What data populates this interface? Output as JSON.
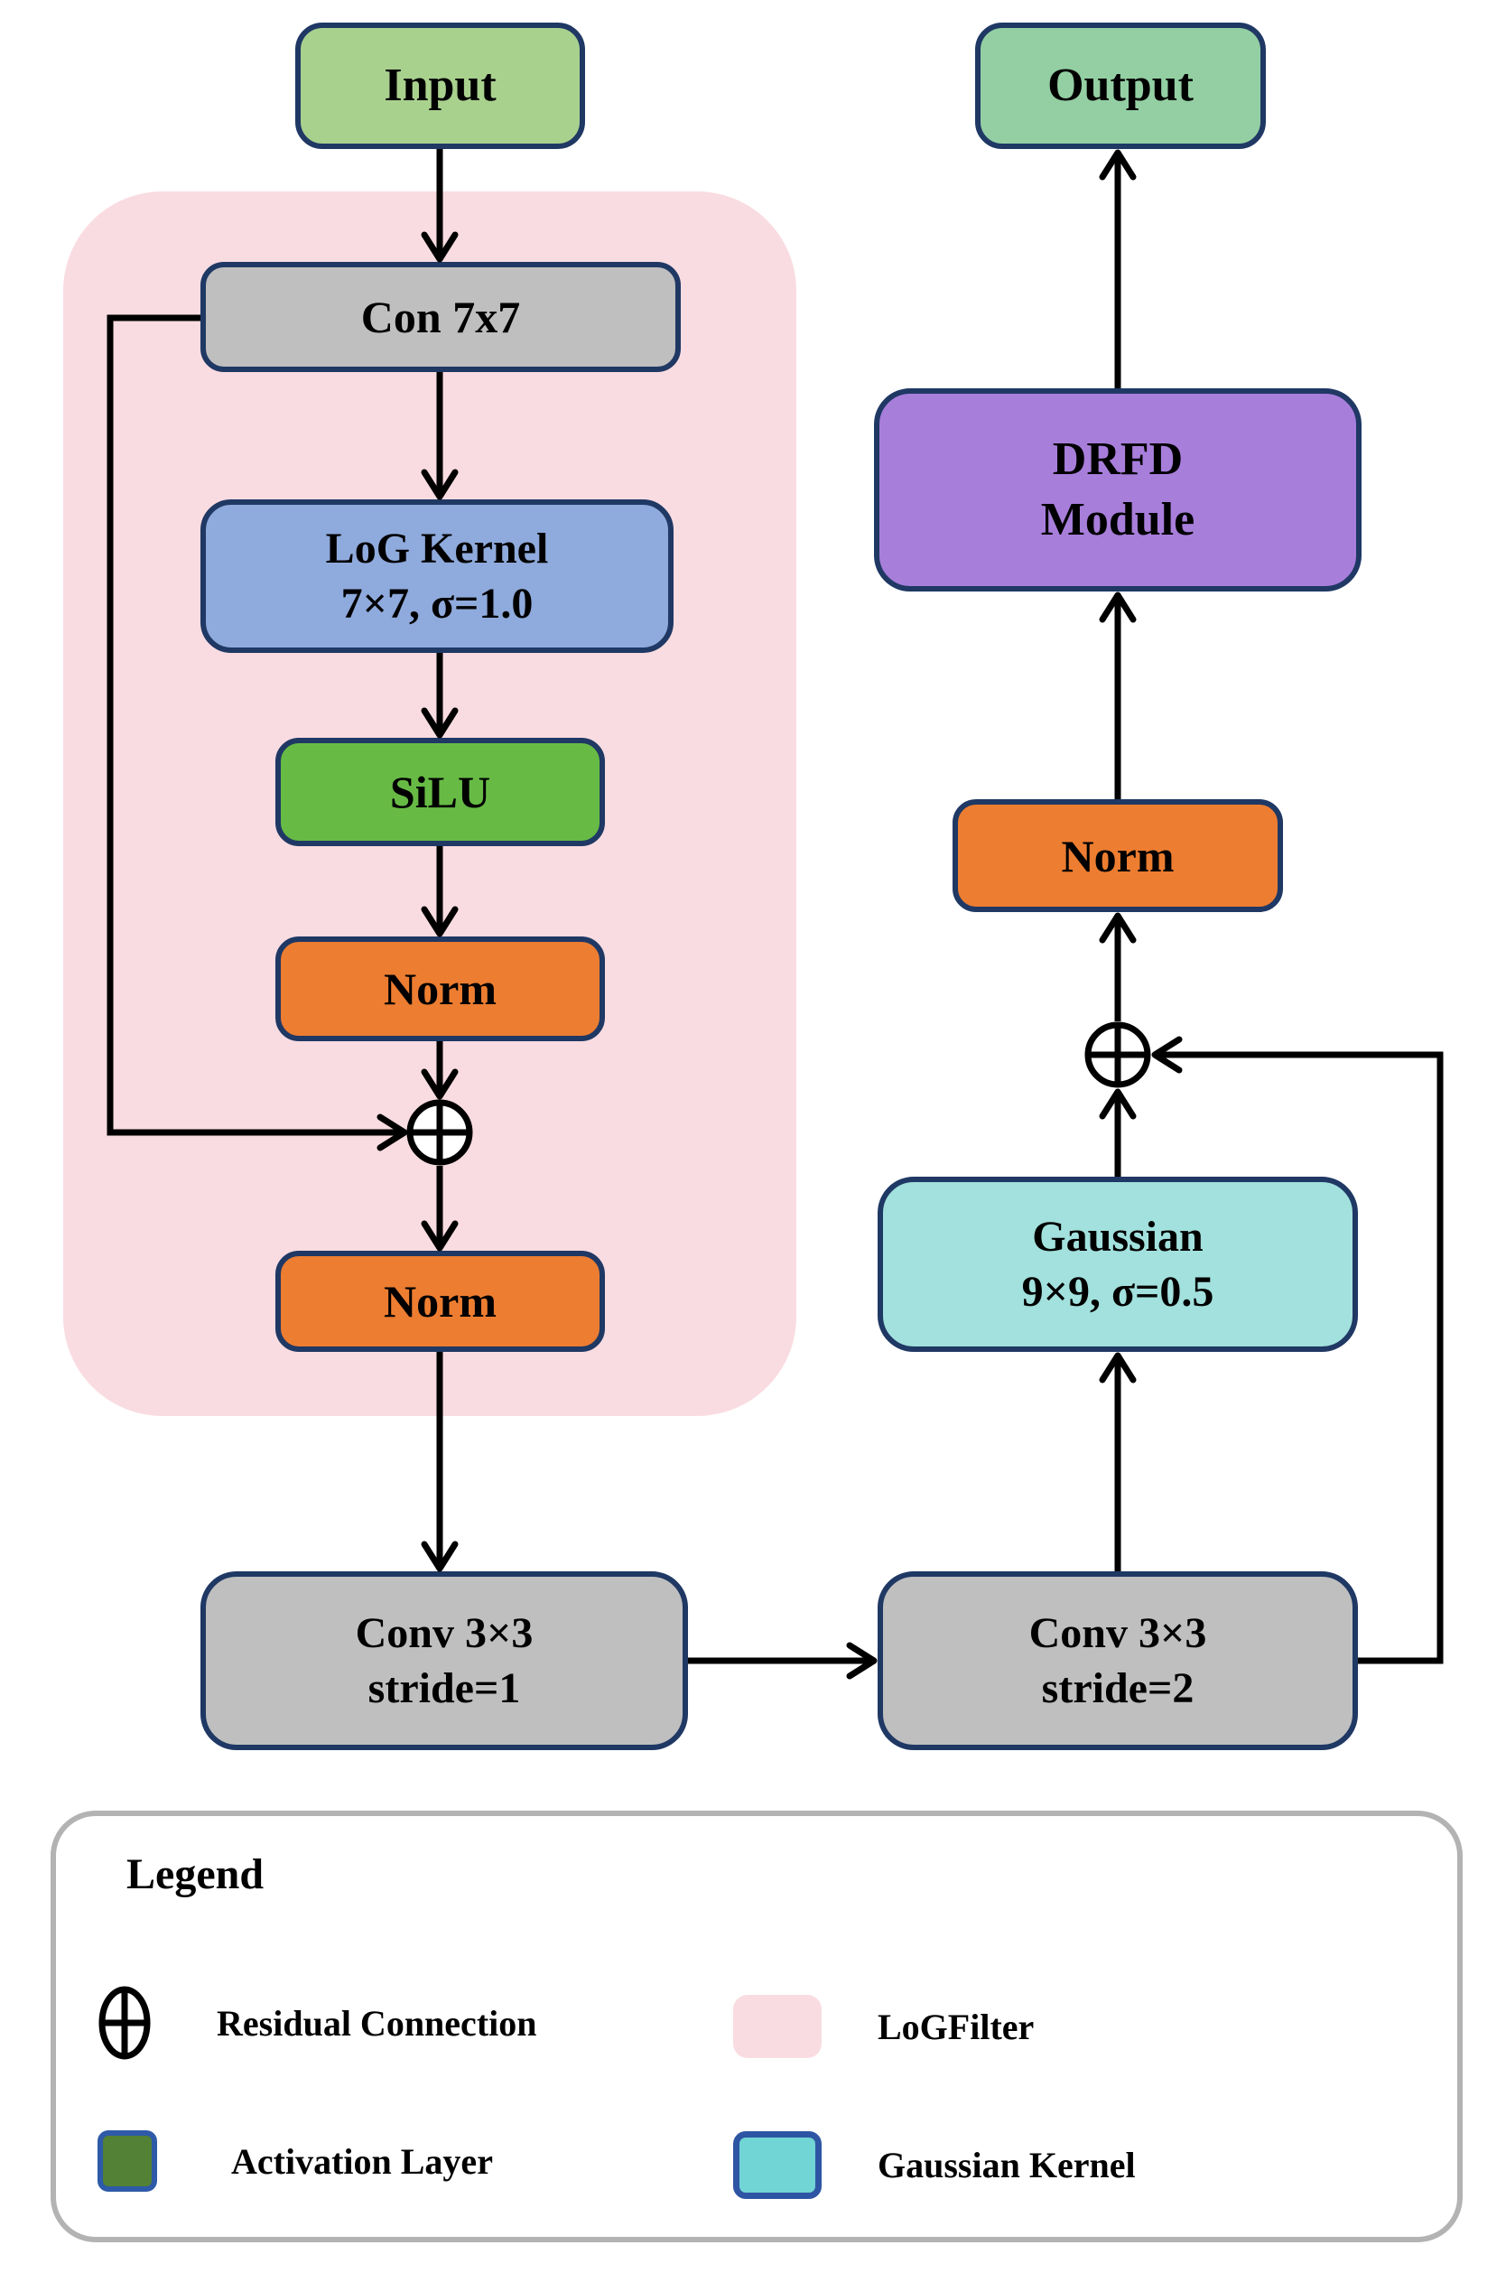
{
  "diagram": {
    "nodes": {
      "input": {
        "label": "Input"
      },
      "con7": {
        "label": "Con 7x7"
      },
      "log_kernel": {
        "line1": "LoG Kernel",
        "line2": "7×7, σ=1.0"
      },
      "silu": {
        "label": "SiLU"
      },
      "norm1": {
        "label": "Norm"
      },
      "norm2": {
        "label": "Norm"
      },
      "conv_s1": {
        "line1": "Conv 3×3",
        "line2": "stride=1"
      },
      "conv_s2": {
        "line1": "Conv 3×3",
        "line2": "stride=2"
      },
      "gaussian": {
        "line1": "Gaussian",
        "line2": "9×9, σ=0.5"
      },
      "norm_right": {
        "label": "Norm"
      },
      "drfd": {
        "line1": "DRFD",
        "line2": "Module"
      },
      "output": {
        "label": "Output"
      }
    },
    "legend": {
      "title": "Legend",
      "items": {
        "residual": {
          "label": "Residual Connection",
          "symbol": "circled-plus-icon"
        },
        "logfilter": {
          "label": "LoGFilter",
          "symbol": "pink-swatch",
          "color": "#f9dce1"
        },
        "activation": {
          "label": "Activation Layer",
          "symbol": "green-swatch",
          "color": "#538135"
        },
        "gaussian": {
          "label": "Gaussian Kernel",
          "symbol": "cyan-swatch",
          "color": "#72d5d5"
        }
      }
    },
    "colors": {
      "input_fill": "#a9d18e",
      "output_fill": "#93cfa3",
      "conv_fill": "#bfbfbf",
      "log_kernel_fill": "#8faadc",
      "silu_fill": "#67bb45",
      "norm_fill": "#ed7d31",
      "drfd_fill": "#a87edb",
      "gaussian_fill": "#a2e1dd",
      "logfilter_region_fill": "#f9dce1",
      "node_border": "#1f3864",
      "legend_border": "#b3b3b3",
      "swatch_border_blue": "#2e5aa8",
      "wire_color": "#000000"
    }
  }
}
